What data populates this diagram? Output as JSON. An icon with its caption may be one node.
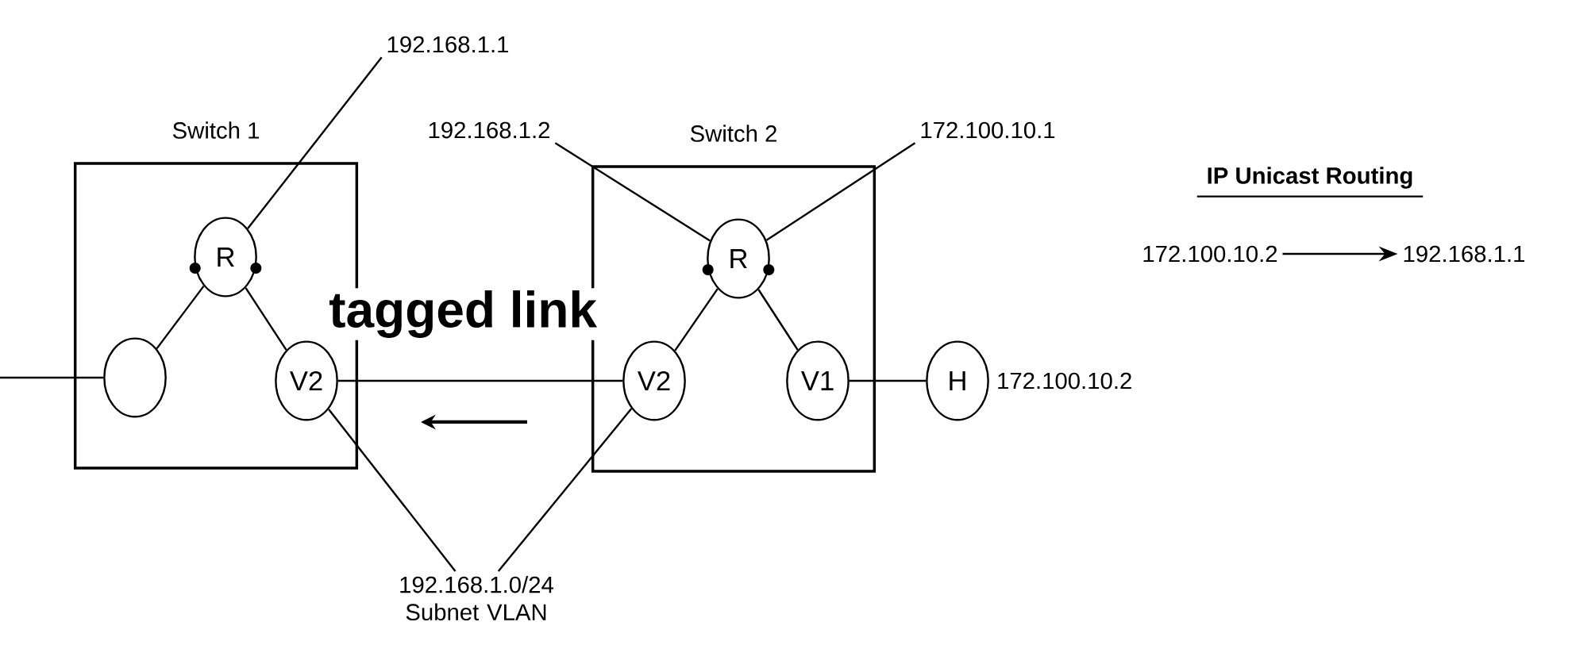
{
  "diagram": {
    "nodes": [
      {
        "text": [
          "Switch 1"
        ]
      },
      {
        "text": [
          "R"
        ],
        "in": 0
      },
      {
        "text": [],
        "shape": "circle",
        "in": 0
      },
      {
        "text": [
          "V2"
        ],
        "in": 0
      },
      {
        "text": [
          "Switch 2"
        ]
      },
      {
        "text": [
          "R"
        ],
        "in": 4
      },
      {
        "text": [
          "V2"
        ],
        "in": 4
      },
      {
        "text": [
          "V1"
        ],
        "in": 4
      },
      {
        "text": [
          "H"
        ],
        "beside": [
          "172.100.10.2"
        ]
      },
      {
        "text": [
          "192.168.1.1"
        ]
      },
      {
        "text": [
          "192.168.1.2"
        ]
      },
      {
        "text": [
          "172.100.10.1"
        ]
      },
      {
        "text": [
          "192.168.1.0/24 Subnet VLAN"
        ]
      },
      {
        "text": [
          "172.100.10.2"
        ]
      },
      {
        "text": [
          "192.168.1.1"
        ]
      }
    ],
    "edges": [
      {
        "from": null,
        "to": 2,
        "arrow": "none"
      },
      {
        "from": 2,
        "to": 1,
        "arrow": "none"
      },
      {
        "from": 1,
        "to": 3,
        "arrow": "none"
      },
      {
        "from": 3,
        "to": 6,
        "arrow": "none",
        "label": "tagged link"
      },
      {
        "from": 6,
        "to": 5,
        "arrow": "none"
      },
      {
        "from": 5,
        "to": 7,
        "arrow": "none"
      },
      {
        "from": 7,
        "to": 8,
        "arrow": "none"
      },
      {
        "from": 9,
        "to": 1,
        "arrow": "none"
      },
      {
        "from": 10,
        "to": 5,
        "arrow": "none"
      },
      {
        "from": 11,
        "to": 5,
        "arrow": "none"
      },
      {
        "from": 12,
        "to": 3,
        "arrow": "none"
      },
      {
        "from": 12,
        "to": 6,
        "arrow": "none"
      },
      {
        "from": 13,
        "to": 14,
        "arrow": "to"
      }
    ],
    "labels": [
      "IP Unicast Routing"
    ]
  }
}
